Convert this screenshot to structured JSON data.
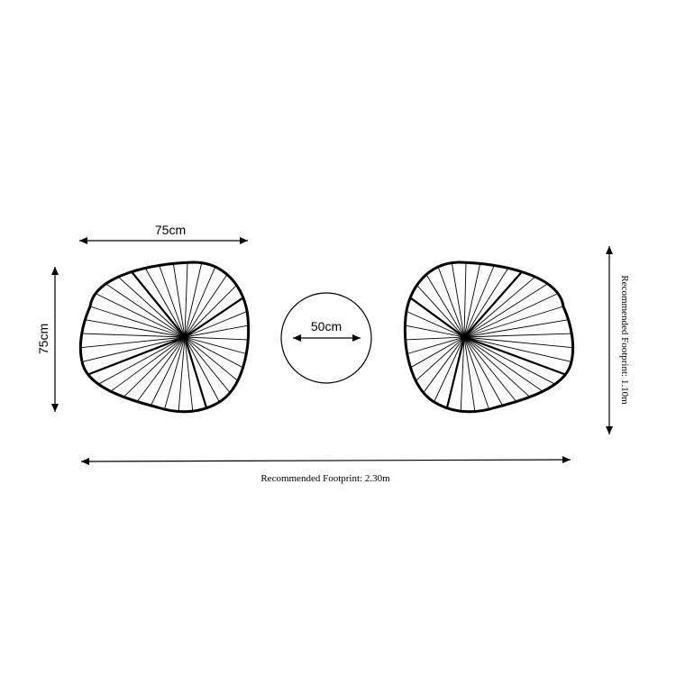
{
  "diagram": {
    "chair_width_label": "75cm",
    "chair_depth_label": "75cm",
    "table_diameter_label": "50cm",
    "footprint_width_label": "Recommended Footprint: 2.30m",
    "footprint_depth_label": "Recommended Footprint: 1.10m"
  },
  "colors": {
    "line": "#000000",
    "background": "#ffffff"
  }
}
